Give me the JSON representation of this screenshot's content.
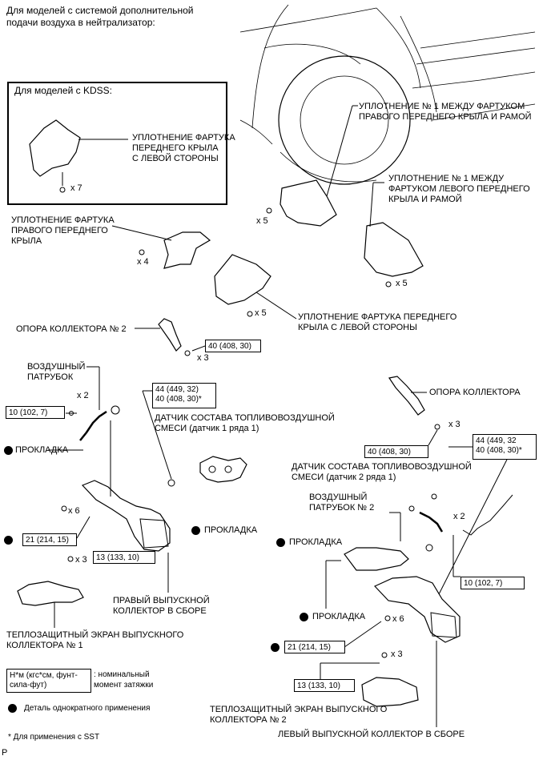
{
  "header": {
    "models_air_system": "Для моделей с системой дополнительной\nподачи воздуха в нейтрализатор:",
    "models_kdss": "Для моделей с KDSS:"
  },
  "labels": {
    "seal_left_front_kdss": "УПЛОТНЕНИЕ ФАРТУКА\nПЕРЕДНЕГО КРЫЛА\nС ЛЕВОЙ СТОРОНЫ",
    "x7": "x 7",
    "seal1_right_fender_frame": "УПЛОТНЕНИЕ № 1 МЕЖДУ ФАРТУКОМ\nПРАВОГО ПЕРЕДНЕГО КРЫЛА И РАМОЙ",
    "seal1_left_fender_frame": "УПЛОТНЕНИЕ № 1 МЕЖДУ\nФАРТУКОМ ЛЕВОГО ПЕРЕДНЕГО\nКРЫЛА И РАМОЙ",
    "x5_a": "x 5",
    "seal_right_front": "УПЛОТНЕНИЕ ФАРТУКА\nПРАВОГО ПЕРЕДНЕГО\nКРЫЛА",
    "x4": "x 4",
    "x5_b": "x 5",
    "x5_c": "x 5",
    "seal_left_front": "УПЛОТНЕНИЕ ФАРТУКА ПЕРЕДНЕГО\nКРЫЛА С ЛЕВОЙ СТОРОНЫ",
    "manifold_stay2": "ОПОРА КОЛЛЕКТОРА № 2",
    "x3_a": "x 3",
    "air_pipe": "ВОЗДУШНЫЙ\nПАТРУБОК",
    "x2_a": "x 2",
    "af_sensor_b1s1": "ДАТЧИК СОСТАВА ТОПЛИВОВОЗДУШНОЙ\nСМЕСИ (датчик 1 ряда 1)",
    "gasket_a": "ПРОКЛАДКА",
    "manifold_stay": "ОПОРА КОЛЛЕКТОРА",
    "x3_b": "x 3",
    "af_sensor_b2s1": "ДАТЧИК СОСТАВА ТОПЛИВОВОЗДУШНОЙ\nСМЕСИ (датчик 2 ряда 1)",
    "air_pipe2": "ВОЗДУШНЫЙ\nПАТРУБОК № 2",
    "x2_b": "x 2",
    "x6_a": "x 6",
    "gasket_b": "ПРОКЛАДКА",
    "gasket_c": "ПРОКЛАДКА",
    "x3_c": "x 3",
    "right_manifold": "ПРАВЫЙ ВЫПУСКНОЙ\nКОЛЛЕКТОР В СБОРЕ",
    "gasket_d": "ПРОКЛАДКА",
    "x6_b": "x 6",
    "heat_insulator1": "ТЕПЛОЗАЩИТНЫЙ ЭКРАН ВЫПУСКНОГО\nКОЛЛЕКТОРА № 1",
    "x3_d": "x 3",
    "heat_insulator2": "ТЕПЛОЗАЩИТНЫЙ ЭКРАН ВЫПУСКНОГО\nКОЛЛЕКТОРА № 2",
    "left_manifold": "ЛЕВЫЙ ВЫПУСКНОЙ КОЛЛЕКТОР В СБОРЕ"
  },
  "torques": {
    "t_40_stay2": "40 (408, 30)",
    "t_44_40_b1": "44 (449, 32)\n40 (408, 30)*",
    "t_10_right": "10 (102, 7)",
    "t_40_stay": "40 (408, 30)",
    "t_44_40_b2": "44 (449, 32\n40 (408, 30)*",
    "t_21_right": "21 (214, 15)",
    "t_13_right": "13 (133, 10)",
    "t_10_left": "10 (102, 7)",
    "t_21_left": "21 (214, 15)",
    "t_13_left": "13 (133, 10)"
  },
  "legend": {
    "torque_unit": "Н*м (кгс*см, фунт-\nсила-фут)",
    "torque_desc": ": номинальный\nмомент затяжки",
    "non_reusable": "Деталь однократного применения",
    "sst_note": "* Для применения с SST",
    "page_mark": "P"
  }
}
